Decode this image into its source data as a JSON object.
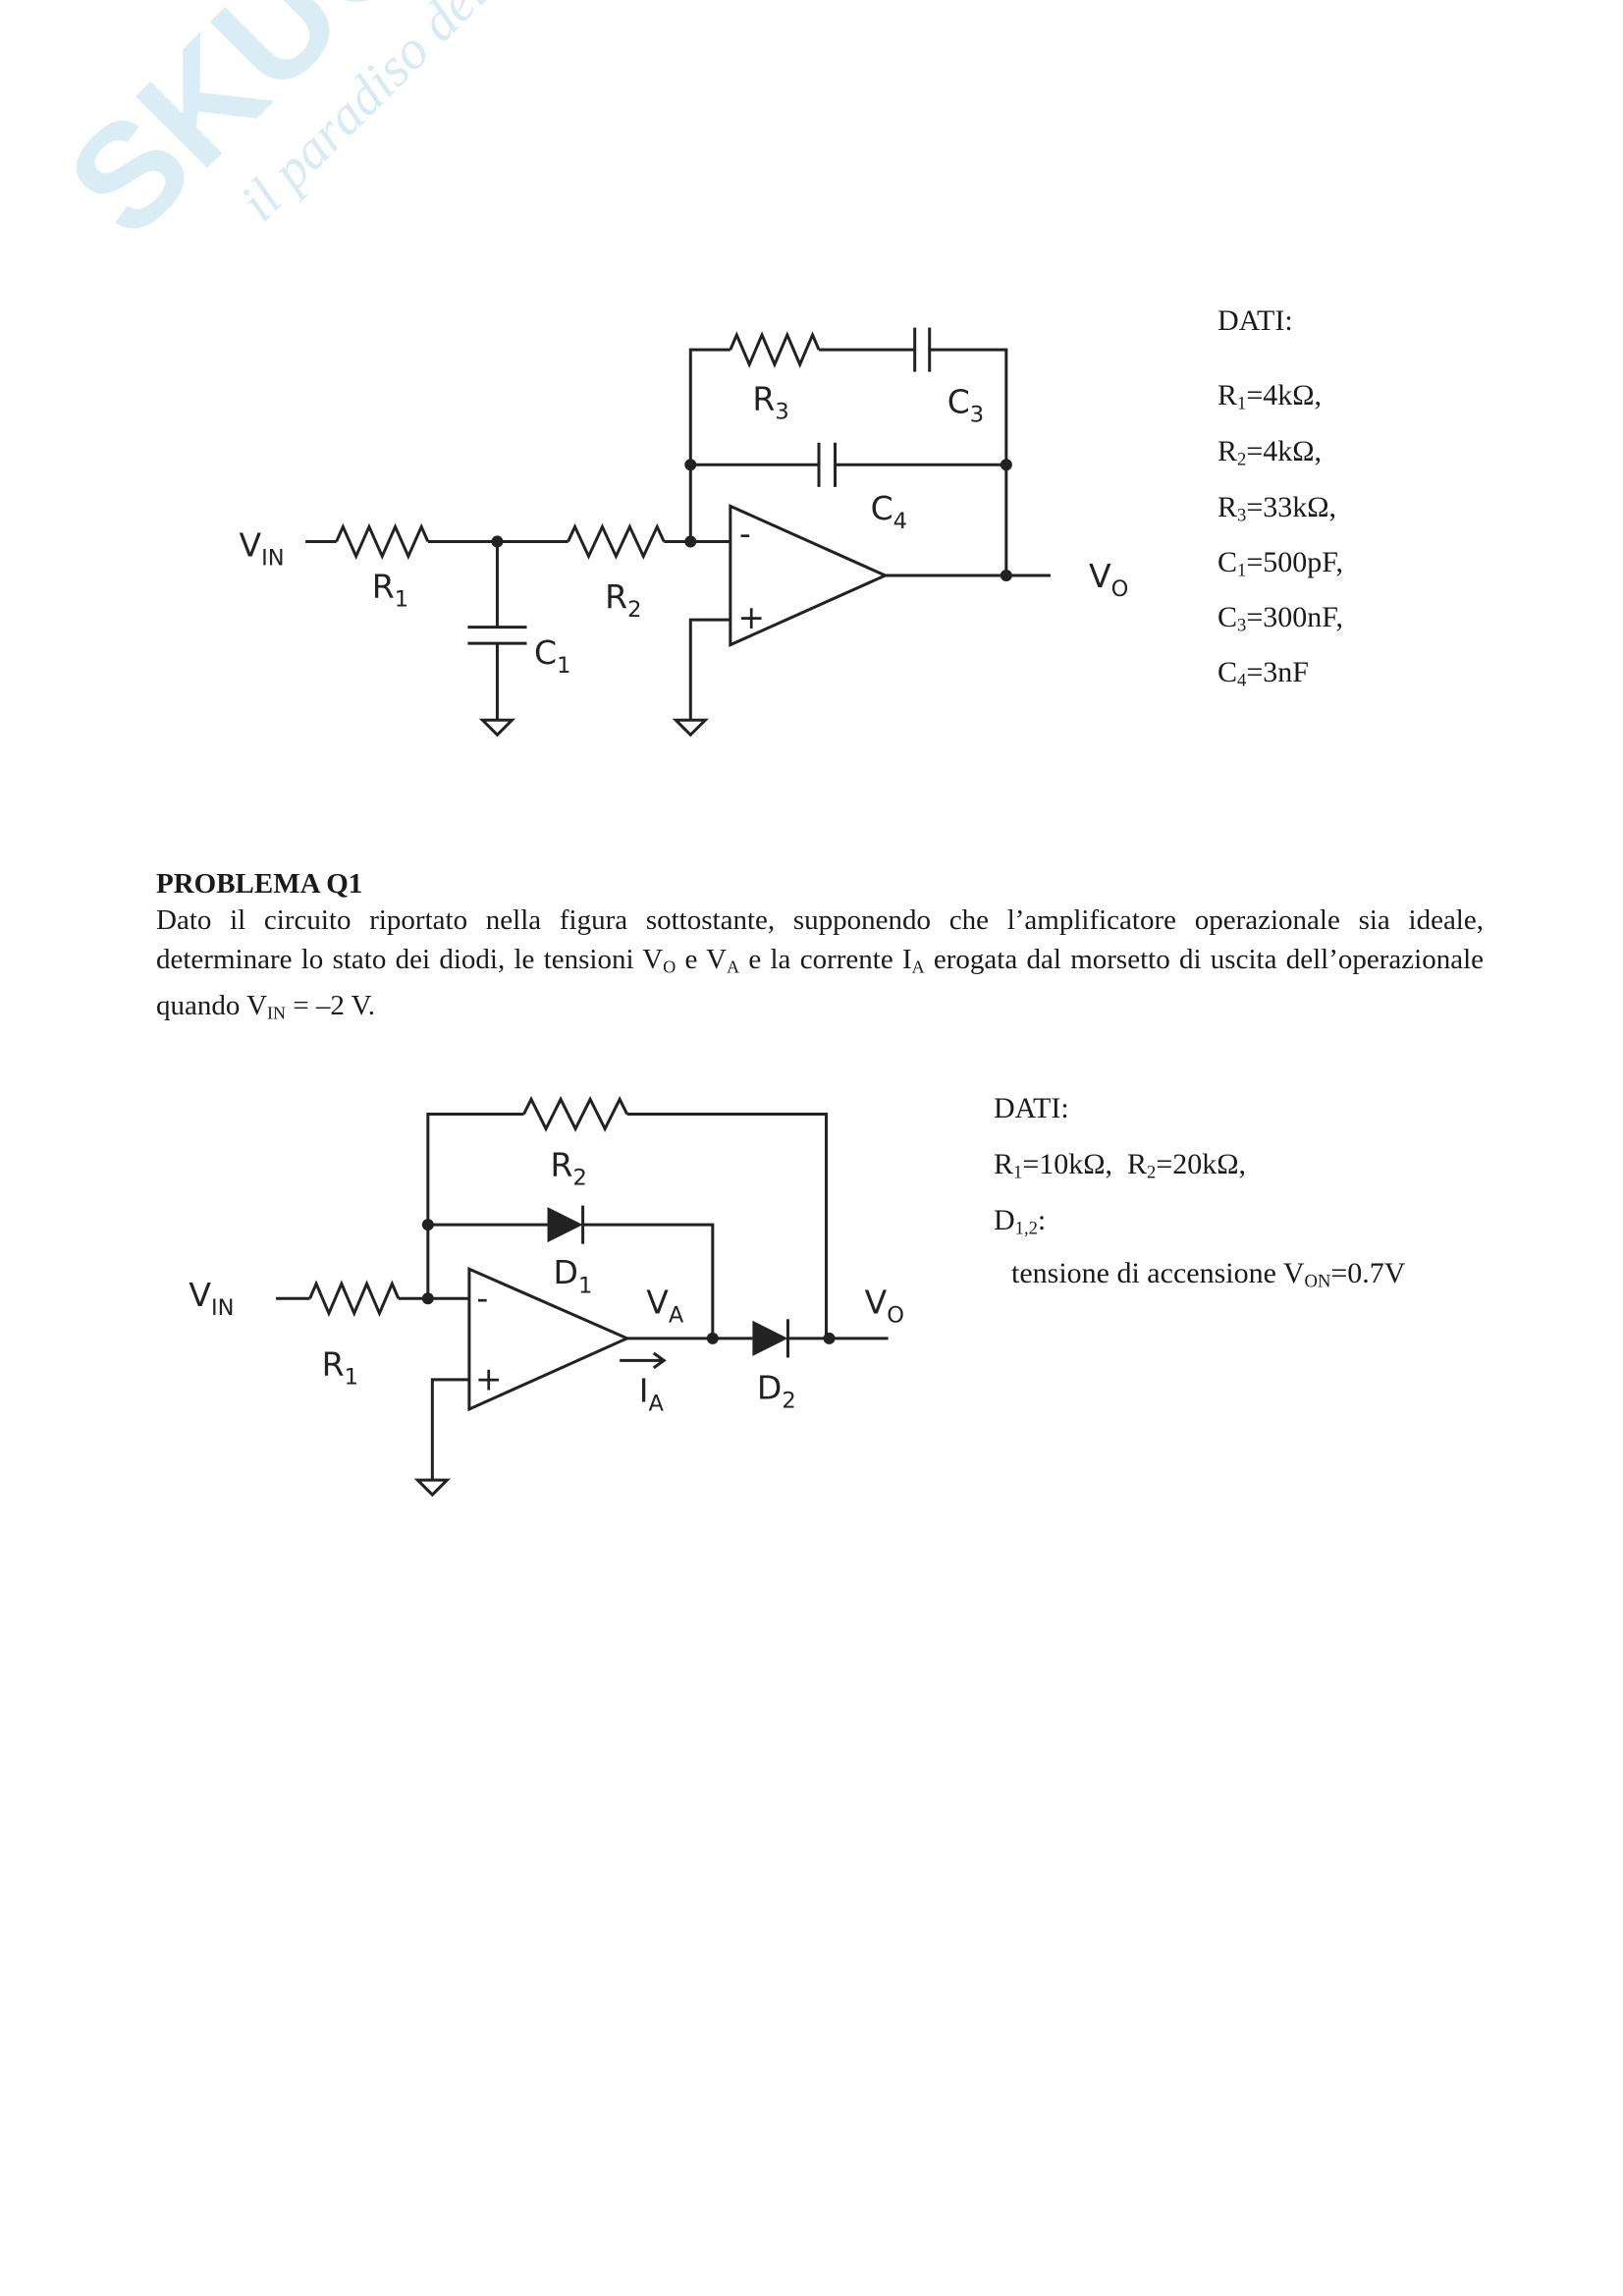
{
  "watermark": {
    "brand": "SKUOLA.net",
    "tagline": "il paradiso dello studente"
  },
  "circuit1": {
    "labels": {
      "vin": "V",
      "vin_sub": "IN",
      "vo": "V",
      "vo_sub": "O",
      "r1": "R",
      "r1_sub": "1",
      "r2": "R",
      "r2_sub": "2",
      "r3": "R",
      "r3_sub": "3",
      "c1": "C",
      "c1_sub": "1",
      "c3": "C",
      "c3_sub": "3",
      "c4": "C",
      "c4_sub": "4",
      "minus": "-",
      "plus": "+"
    },
    "dati": {
      "title": "DATI:",
      "items": [
        {
          "sym": "R",
          "sub": "1",
          "val": "=4kΩ,"
        },
        {
          "sym": "R",
          "sub": "2",
          "val": "=4kΩ,"
        },
        {
          "sym": "R",
          "sub": "3",
          "val": "=33kΩ,"
        },
        {
          "sym": "C",
          "sub": "1",
          "val": "=500pF,"
        },
        {
          "sym": "C",
          "sub": "3",
          "val": "=300nF,"
        },
        {
          "sym": "C",
          "sub": "4",
          "val": "=3nF"
        }
      ]
    }
  },
  "problem": {
    "title": "PROBLEMA Q1",
    "t1": "Dato il circuito riportato nella figura sottostante, supponendo che l’amplificatore operazionale sia ideale, determinare lo stato dei diodi, le tensioni V",
    "t1_sub": "O",
    "t2": " e V",
    "t2_sub": "A",
    "t3": " e la corrente I",
    "t3_sub": "A",
    "t4": " erogata dal morsetto di uscita dell’operazionale quando V",
    "t4_sub": "IN",
    "t5": " = –2 V."
  },
  "circuit2": {
    "labels": {
      "vin": "V",
      "vin_sub": "IN",
      "vo": "V",
      "vo_sub": "O",
      "va": "V",
      "va_sub": "A",
      "ia": "I",
      "ia_sub": "A",
      "r1": "R",
      "r1_sub": "1",
      "r2": "R",
      "r2_sub": "2",
      "d1": "D",
      "d1_sub": "1",
      "d2": "D",
      "d2_sub": "2",
      "minus": "-",
      "plus": "+"
    },
    "dati": {
      "title": "DATI:",
      "r1": "R",
      "r1_sub": "1",
      "r1_val": "=10kΩ,",
      "r2": "R",
      "r2_sub": "2",
      "r2_val": "=20kΩ,",
      "d": "D",
      "d_sub": "1,2",
      "d_val": ":",
      "von_text": "tensione di accensione V",
      "von_sub": "ON",
      "von_val": "=0.7V"
    }
  }
}
